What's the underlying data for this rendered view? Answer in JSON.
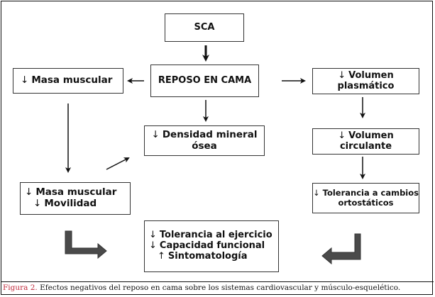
{
  "diagram": {
    "nodes": {
      "sca": {
        "lines": [
          {
            "text": "SCA"
          }
        ]
      },
      "reposo": {
        "lines": [
          {
            "text": "REPOSO EN CAMA"
          }
        ]
      },
      "masa_muscular": {
        "lines": [
          {
            "arrow": "↓",
            "text": "Masa muscular"
          }
        ]
      },
      "volumen_plasmatico": {
        "lines": [
          {
            "arrow": "↓",
            "text": "Volumen"
          },
          {
            "text": "plasmático"
          }
        ]
      },
      "densidad_mineral": {
        "lines": [
          {
            "arrow": "↓",
            "text": "Densidad mineral"
          },
          {
            "text": "ósea"
          }
        ]
      },
      "volumen_circulante": {
        "lines": [
          {
            "arrow": "↓",
            "text": "Volumen"
          },
          {
            "text": "circulante"
          }
        ]
      },
      "masa_movilidad": {
        "lines": [
          {
            "arrow": "↓",
            "text": "Masa muscular"
          },
          {
            "arrow": "↓",
            "text": "Movilidad"
          }
        ]
      },
      "tolerancia_ortostatica": {
        "lines": [
          {
            "arrow": "↓",
            "text": "Tolerancia a cambios"
          },
          {
            "text": "ortostáticos"
          }
        ]
      },
      "efectos_finales": {
        "lines": [
          {
            "arrow": "↓",
            "text": "Tolerancia al ejercicio"
          },
          {
            "arrow": "↓",
            "text": "Capacidad funcional"
          },
          {
            "arrow": "↑",
            "text": "Sintomatología"
          }
        ]
      }
    },
    "edges": [
      {
        "from": "sca",
        "to": "reposo"
      },
      {
        "from": "reposo",
        "to": "masa_muscular"
      },
      {
        "from": "reposo",
        "to": "volumen_plasmatico"
      },
      {
        "from": "reposo",
        "to": "densidad_mineral"
      },
      {
        "from": "masa_muscular",
        "to": "masa_movilidad"
      },
      {
        "from": "masa_movilidad",
        "to": "densidad_mineral"
      },
      {
        "from": "volumen_plasmatico",
        "to": "volumen_circulante"
      },
      {
        "from": "volumen_circulante",
        "to": "tolerancia_ortostatica"
      },
      {
        "from": "masa_movilidad",
        "to": "efectos_finales",
        "style": "block-arrow"
      },
      {
        "from": "tolerancia_ortostatica",
        "to": "efectos_finales",
        "style": "block-arrow"
      }
    ],
    "colors": {
      "block_arrow_fill": "#4a4a4a",
      "caption_label": "#c0283a"
    }
  },
  "caption": {
    "label": "Figura 2.",
    "text": " Efectos negativos del reposo en cama sobre los sistemas cardiovascular y músculo-esquelético."
  }
}
